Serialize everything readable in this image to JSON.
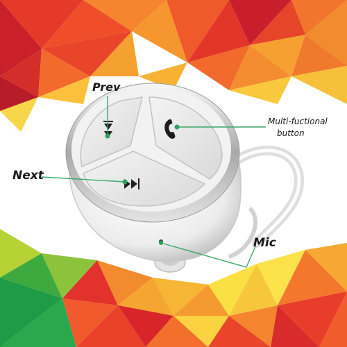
{
  "labels": {
    "prev": "Prev",
    "next": "Next",
    "multi_line1": "Multi-fuctional",
    "multi_line2": "button",
    "mic": "Mic"
  },
  "icons": {
    "prev_button": "skip-previous-icon",
    "next_button": "skip-next-icon",
    "multi_button": "phone-handset-icon"
  },
  "colors": {
    "callout_line": "#3aa86b",
    "dot": "#2ea05f",
    "device_body": "#e9e9e9",
    "chrome_ring": "#c8c8c8"
  }
}
